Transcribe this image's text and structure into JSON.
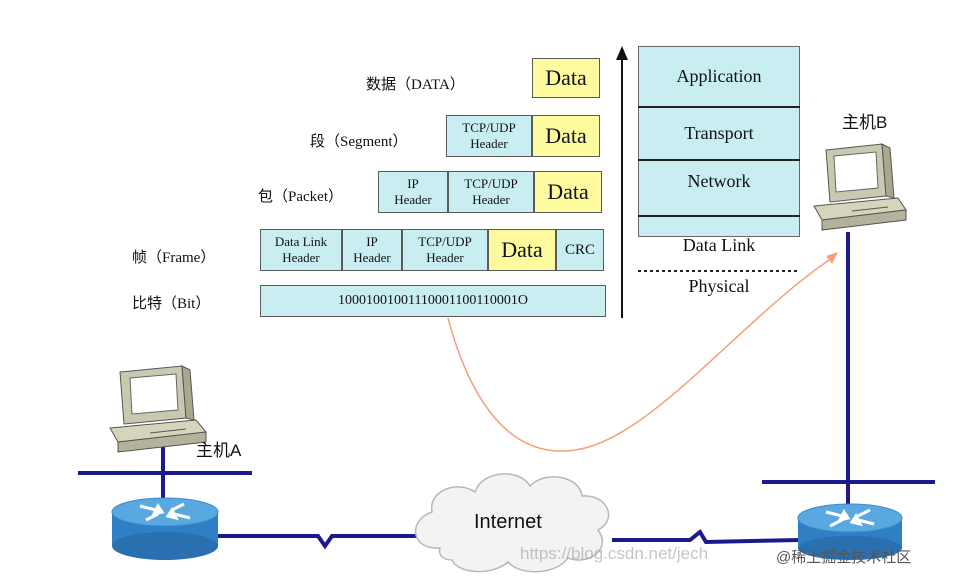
{
  "encapsulation": {
    "data_label": "数据（DATA）",
    "segment_label": "段（Segment）",
    "packet_label": "包（Packet）",
    "frame_label": "帧（Frame）",
    "bit_label": "比特（Bit）",
    "data_text": "Data",
    "tcp_udp_line1": "TCP/UDP",
    "tcp_udp_line2": "Header",
    "ip_line1": "IP",
    "ip_line2": "Header",
    "dl_line1": "Data Link",
    "dl_line2": "Header",
    "crc": "CRC",
    "bits": "10001001001110001100110001O"
  },
  "layers": {
    "application": "Application",
    "transport": "Transport",
    "network": "Network",
    "data_link": "Data Link",
    "physical": "Physical"
  },
  "hosts": {
    "host_a": "主机A",
    "host_b": "主机B"
  },
  "network": {
    "internet": "Internet"
  },
  "watermark": {
    "url": "https://blog.csdn.net/jech",
    "community": "@稀土掘金技术社区"
  },
  "colors": {
    "header_fill": "#c8eef2",
    "data_fill": "#fdfb9e",
    "link_color": "#1a1a8c",
    "arrow_color": "#f4a07a"
  }
}
